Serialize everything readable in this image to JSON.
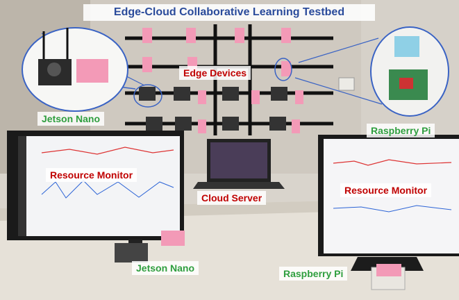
{
  "title": "Edge-Cloud Collaborative Learning Testbed",
  "labels": {
    "edge_devices": "Edge Devices",
    "jetson_nano_top": "Jetson Nano",
    "raspberry_pi_top": "Raspberry Pi",
    "resource_monitor_left": "Resource Monitor",
    "cloud_server": "Cloud Server",
    "resource_monitor_right": "Resource Monitor",
    "jetson_nano_bottom": "Jetson Nano",
    "raspberry_pi_bottom": "Raspberry Pi"
  },
  "colors": {
    "title": "#2a4b9b",
    "red_label": "#c00000",
    "green_label": "#2e9e3e",
    "callout_line": "#3a63c4"
  }
}
